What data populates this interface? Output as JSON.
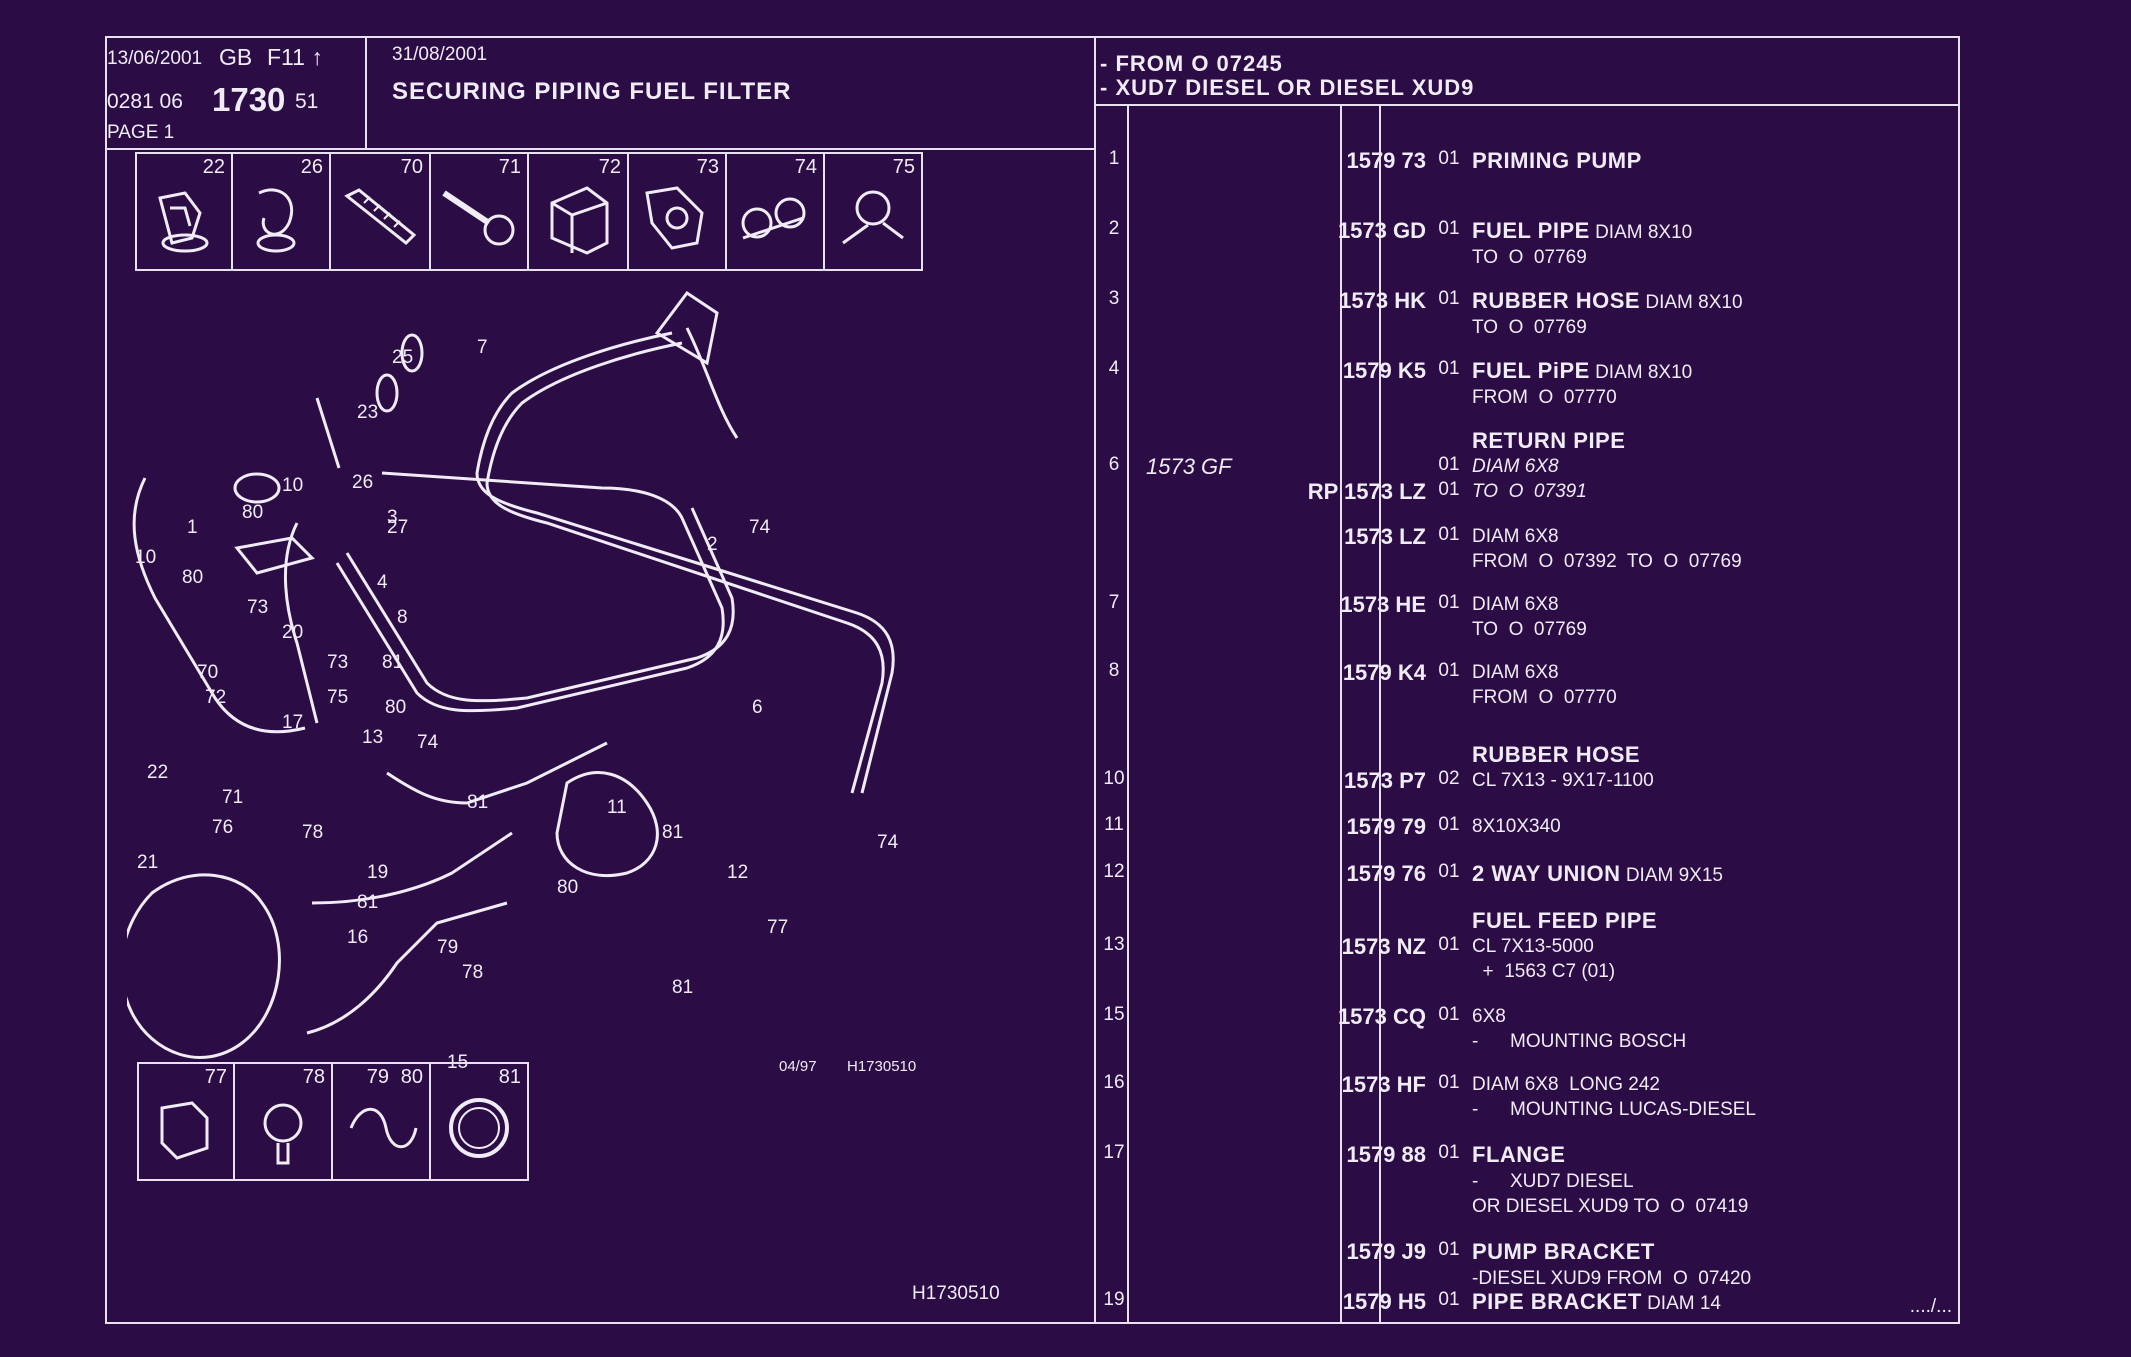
{
  "header": {
    "date1": "13/06/2001",
    "lang": "GB",
    "code": "F11",
    "group": "0281 06",
    "plate": "1730",
    "sub": "51",
    "page": "PAGE 1",
    "date2": "31/08/2001",
    "title": "SECURING PIPING FUEL FILTER",
    "applic1": "- FROM O  07245",
    "applic2": "- XUD7 DIESEL OR  DIESEL XUD9"
  },
  "top_icons": [
    "22",
    "26",
    "70",
    "71",
    "72",
    "73",
    "74",
    "75"
  ],
  "bottom_icons": [
    {
      "n1": "77",
      "n2": ""
    },
    {
      "n1": "78",
      "n2": ""
    },
    {
      "n1": "79",
      "n2": "80"
    },
    {
      "n1": "81",
      "n2": ""
    }
  ],
  "diagram": {
    "ref_small": "04/97",
    "code_small": "H1730510",
    "code_bottom": "H1730510",
    "callouts": [
      "25",
      "7",
      "23",
      "26",
      "10",
      "80",
      "3",
      "27",
      "1",
      "4",
      "2",
      "74",
      "10",
      "80",
      "73",
      "20",
      "8",
      "70",
      "73",
      "81",
      "72",
      "75",
      "80",
      "17",
      "13",
      "74",
      "6",
      "22",
      "71",
      "81",
      "76",
      "78",
      "11",
      "81",
      "21",
      "19",
      "12",
      "80",
      "81",
      "16",
      "79",
      "78",
      "77",
      "81",
      "15",
      "74"
    ]
  },
  "parts": [
    {
      "idx": "1",
      "ref": "1579 73",
      "qty": "01",
      "main": "PRIMING PUMP",
      "extra": "",
      "lines": []
    },
    {
      "idx": "2",
      "ref": "1573 GD",
      "qty": "01",
      "main": "FUEL PIPE",
      "extra": " DIAM 8X10",
      "lines": [
        "TO  O  07769"
      ]
    },
    {
      "idx": "3",
      "ref": "1573 HK",
      "qty": "01",
      "main": "RUBBER HOSE",
      "extra": " DIAM 8X10",
      "lines": [
        "TO  O  07769"
      ]
    },
    {
      "idx": "4",
      "ref": "1579 K5",
      "qty": "01",
      "main": "FUEL PiPE",
      "extra": " DIAM 8X10",
      "lines": [
        "FROM  O  07770"
      ]
    },
    {
      "idx": "",
      "ref": "",
      "qty": "",
      "main": "RETURN PIPE",
      "extra": "",
      "lines": []
    },
    {
      "idx": "6",
      "ref": "1573 GF",
      "qty": "01",
      "main": "",
      "extra": "",
      "lines": [
        "DIAM 6X8"
      ]
    },
    {
      "idx": "",
      "ref": "RP  1573 LZ",
      "qty": "01",
      "main": "",
      "extra": "",
      "lines": [
        "TO  O  07391"
      ]
    },
    {
      "idx": "",
      "ref": "1573 LZ",
      "qty": "01",
      "main": "",
      "extra": "",
      "lines": [
        "DIAM 6X8",
        "FROM  O  07392  TO  O  07769"
      ]
    },
    {
      "idx": "7",
      "ref": "1573 HE",
      "qty": "01",
      "main": "",
      "extra": "",
      "lines": [
        "DIAM 6X8",
        "TO  O  07769"
      ]
    },
    {
      "idx": "8",
      "ref": "1579 K4",
      "qty": "01",
      "main": "",
      "extra": "",
      "lines": [
        "DIAM 6X8",
        "FROM  O  07770"
      ]
    },
    {
      "idx": "",
      "ref": "",
      "qty": "",
      "main": "RUBBER HOSE",
      "extra": "",
      "lines": []
    },
    {
      "idx": "10",
      "ref": "1573 P7",
      "qty": "02",
      "main": "",
      "extra": "",
      "lines": [
        "CL 7X13 - 9X17-1100"
      ]
    },
    {
      "idx": "11",
      "ref": "1579 79",
      "qty": "01",
      "main": "",
      "extra": "",
      "lines": [
        "8X10X340"
      ]
    },
    {
      "idx": "12",
      "ref": "1579 76",
      "qty": "01",
      "main": "2 WAY UNION",
      "extra": " DIAM 9X15",
      "lines": []
    },
    {
      "idx": "",
      "ref": "",
      "qty": "",
      "main": "FUEL FEED PIPE",
      "extra": "",
      "lines": []
    },
    {
      "idx": "13",
      "ref": "1573 NZ",
      "qty": "01",
      "main": "",
      "extra": "",
      "lines": [
        "CL 7X13-5000",
        "  +  1563 C7 (01)"
      ]
    },
    {
      "idx": "15",
      "ref": "1573 CQ",
      "qty": "01",
      "main": "",
      "extra": "",
      "lines": [
        "6X8",
        "-      MOUNTING BOSCH"
      ]
    },
    {
      "idx": "16",
      "ref": "1573 HF",
      "qty": "01",
      "main": "",
      "extra": "",
      "lines": [
        "DIAM 6X8  LONG 242",
        "-      MOUNTING LUCAS-DIESEL"
      ]
    },
    {
      "idx": "17",
      "ref": "1579 88",
      "qty": "01",
      "main": "FLANGE",
      "extra": "",
      "lines": [
        "-      XUD7 DIESEL",
        "OR DIESEL XUD9 TO  O  07419"
      ]
    },
    {
      "idx": "",
      "ref": "1579 J9",
      "qty": "01",
      "main": "PUMP BRACKET",
      "extra": "",
      "lines": [
        "-DIESEL XUD9 FROM  O  07420"
      ]
    },
    {
      "idx": "19",
      "ref": "1579 H5",
      "qty": "01",
      "main": "PIPE BRACKET",
      "extra": " DIAM 14",
      "lines": []
    }
  ],
  "footer": {
    "continue": "..../..."
  }
}
